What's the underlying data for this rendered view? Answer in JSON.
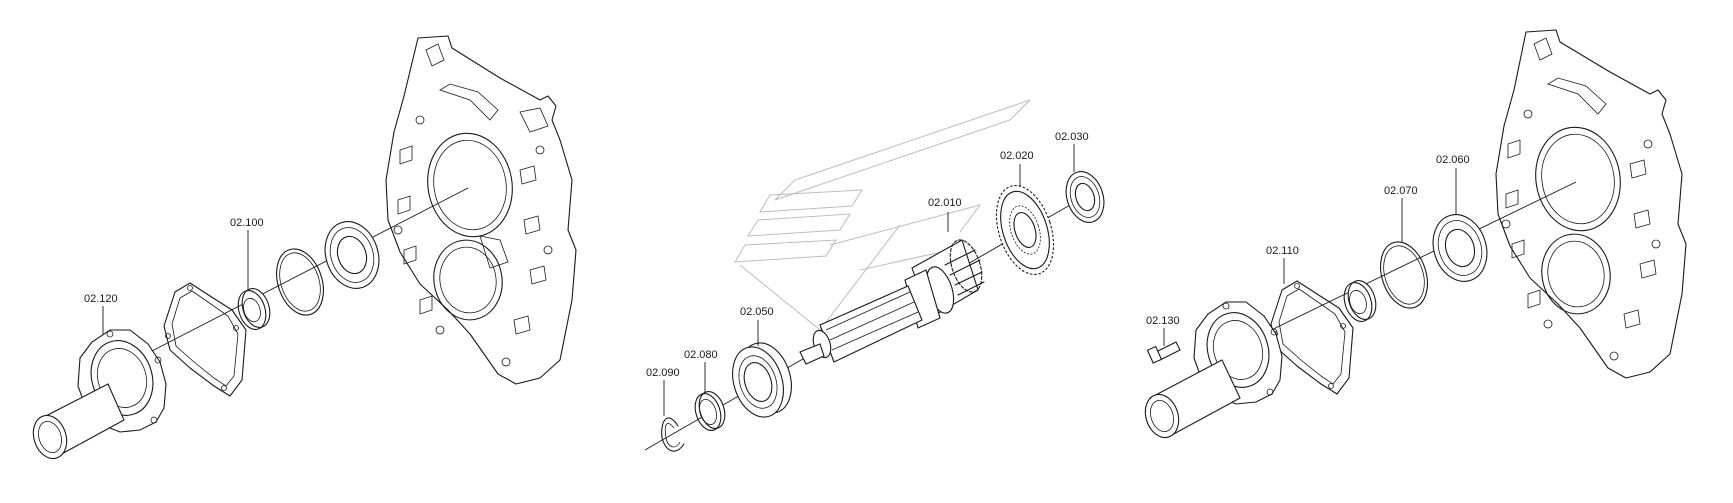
{
  "labels": {
    "p02_010": "02.010",
    "p02_020": "02.020",
    "p02_030": "02.030",
    "p02_050": "02.050",
    "p02_060": "02.060",
    "p02_070": "02.070",
    "p02_080": "02.080",
    "p02_090": "02.090",
    "p02_100": "02.100",
    "p02_110": "02.110",
    "p02_120": "02.120",
    "p02_130": "02.130"
  }
}
